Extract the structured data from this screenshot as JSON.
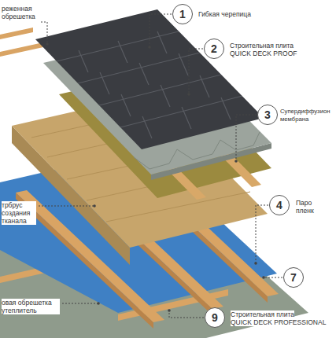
{
  "diagram": {
    "nodes": [
      {
        "text": [
          "1"
        ]
      },
      {
        "text": [
          "2"
        ]
      },
      {
        "text": [
          "3"
        ]
      },
      {
        "text": [
          "4"
        ]
      },
      {
        "text": [
          "7"
        ]
      },
      {
        "text": [
          "9"
        ]
      }
    ],
    "labels": [
      "реженная обрешетка",
      "трбрус создания тканала",
      "овая обрешетка утеплитель",
      "Гибкая черепица",
      "Строительная плита",
      "QUICK DECK PROOF",
      "Супердиффузион мембрана",
      "Паро пленк",
      "Строительная плита",
      "QUICK DECK PROFESSIONAL"
    ]
  }
}
